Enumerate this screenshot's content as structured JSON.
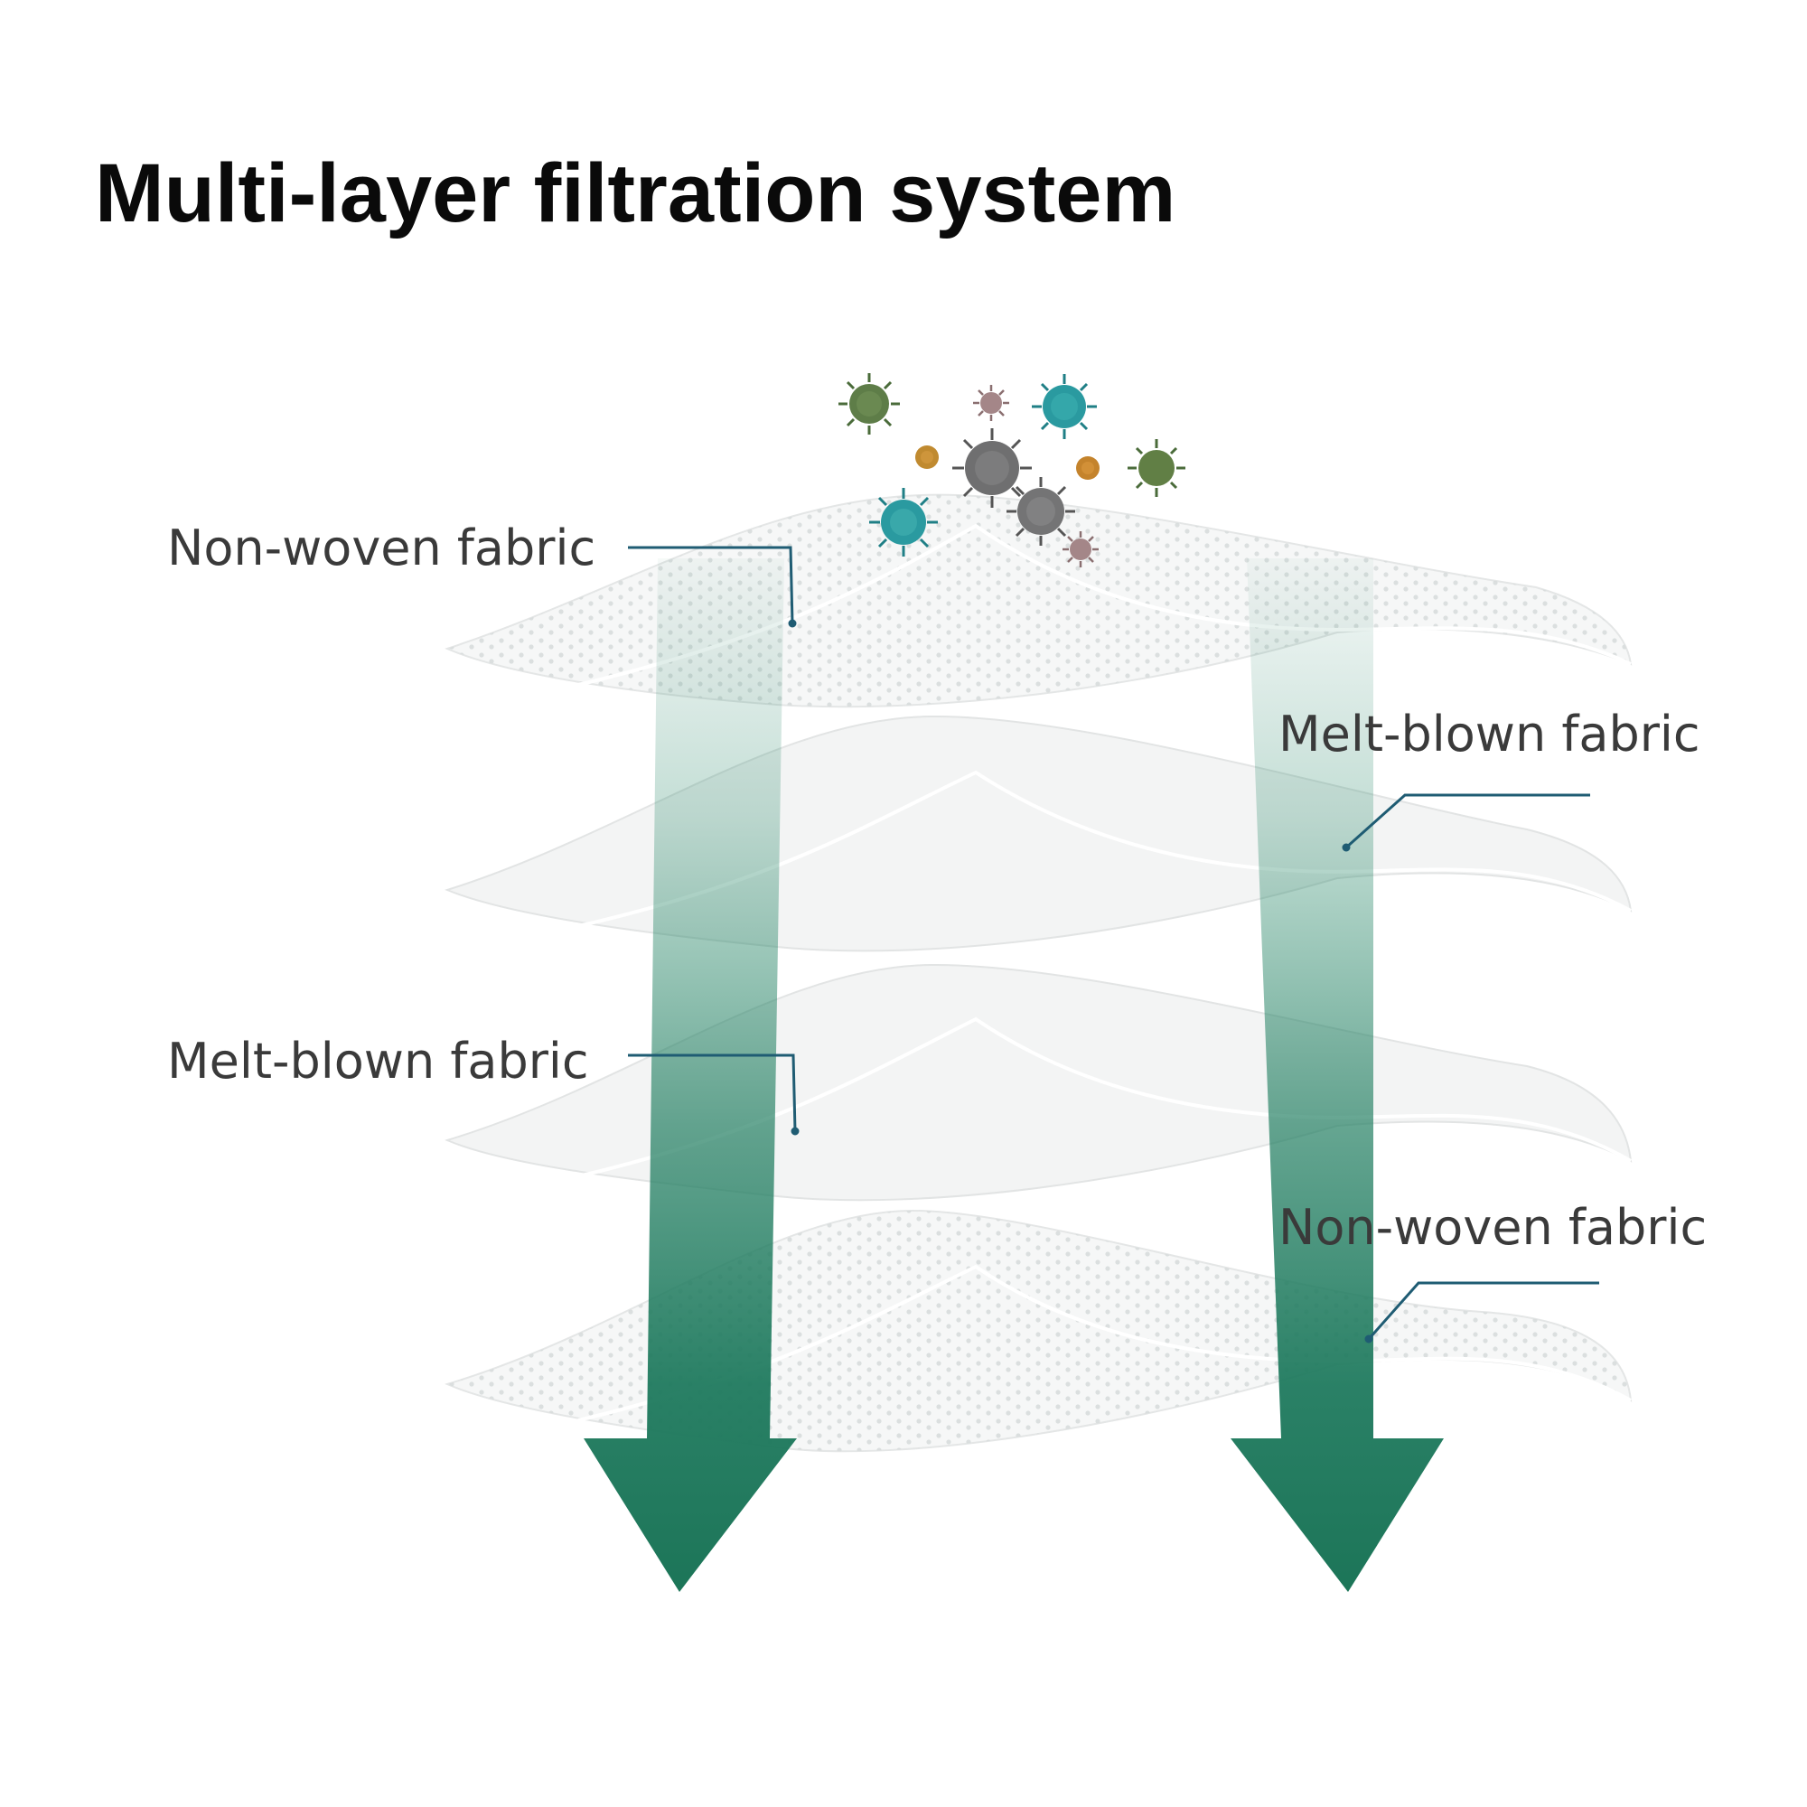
{
  "title": "Multi-layer filtration system",
  "layers": [
    {
      "label": "Non-woven fabric"
    },
    {
      "label": "Melt-blown fabric"
    },
    {
      "label": "Melt-blown fabric"
    },
    {
      "label": "Non-woven fabric"
    }
  ],
  "colors": {
    "arrow": "#1f7a5e",
    "leader": "#1f5c73",
    "text": "#3a3a3a",
    "title": "#0a0a0a"
  },
  "icons": [
    "virus-icon",
    "down-arrow-icon"
  ]
}
